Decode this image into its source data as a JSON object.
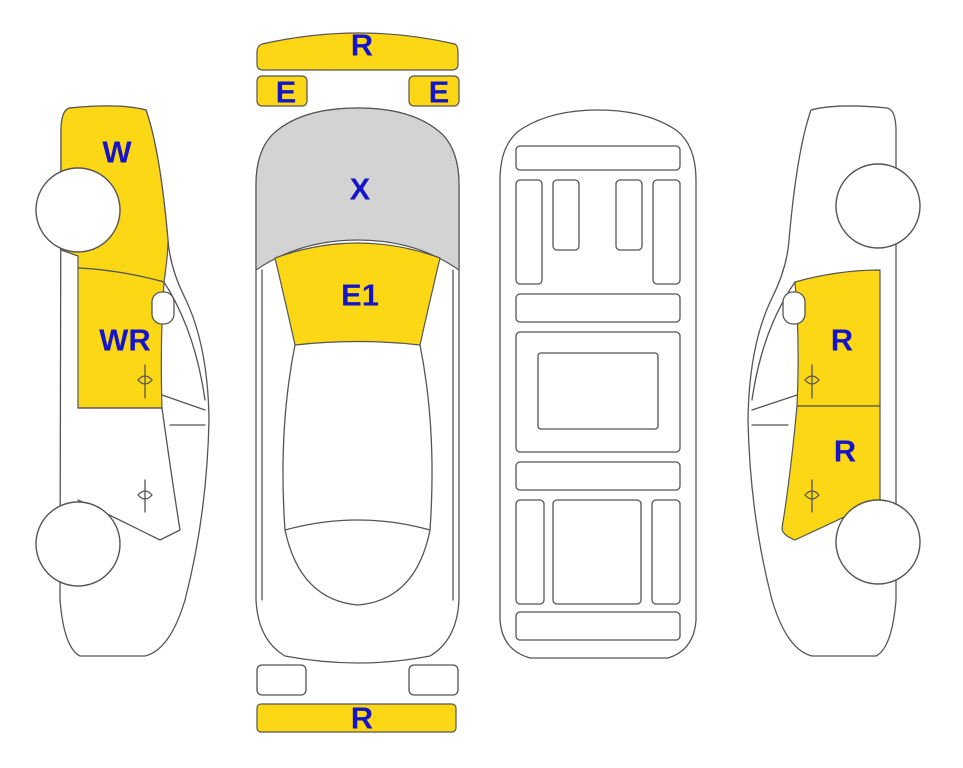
{
  "colors": {
    "highlight": "#fcd715",
    "replace_gray": "#d3d3d3",
    "label": "#1414c8",
    "outline": "#555555"
  },
  "labels": {
    "rear_bumper_top": "R",
    "mirror_left": "E",
    "mirror_right": "E",
    "roof": "X",
    "windshield": "E1",
    "left_front_fender": "W",
    "left_front_door": "WR",
    "right_front_door": "R",
    "right_rear_door": "R",
    "front_bumper_bottom": "R"
  }
}
